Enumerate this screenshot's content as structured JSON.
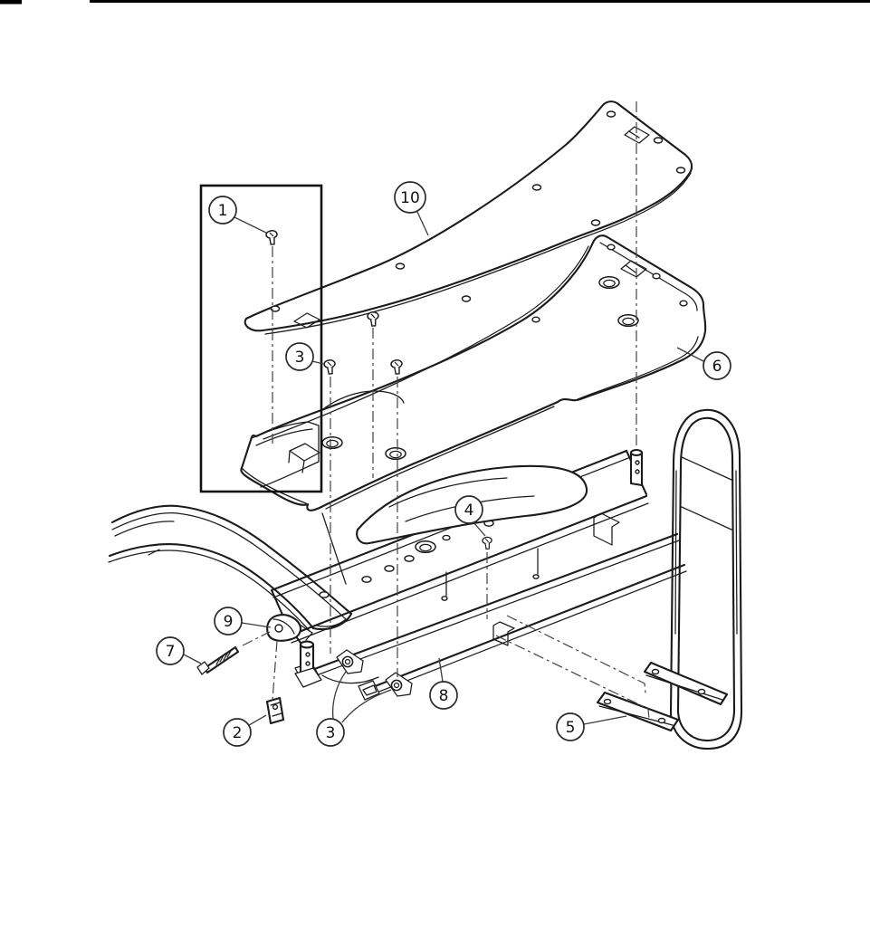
{
  "page": {
    "type": "exploded-parts-diagram",
    "background_color": "#ffffff",
    "line_color": "#1b1b1b",
    "header": {
      "has_corner_mark": true,
      "has_top_rule": true
    }
  },
  "figure": {
    "callout_count": 11,
    "callouts": [
      {
        "id": "callout-1",
        "label": "1"
      },
      {
        "id": "callout-10",
        "label": "10"
      },
      {
        "id": "callout-3-upper",
        "label": "3"
      },
      {
        "id": "callout-6",
        "label": "6"
      },
      {
        "id": "callout-4",
        "label": "4"
      },
      {
        "id": "callout-9",
        "label": "9"
      },
      {
        "id": "callout-7",
        "label": "7"
      },
      {
        "id": "callout-2",
        "label": "2"
      },
      {
        "id": "callout-3-lower",
        "label": "3"
      },
      {
        "id": "callout-8",
        "label": "8"
      },
      {
        "id": "callout-5",
        "label": "5"
      }
    ]
  }
}
